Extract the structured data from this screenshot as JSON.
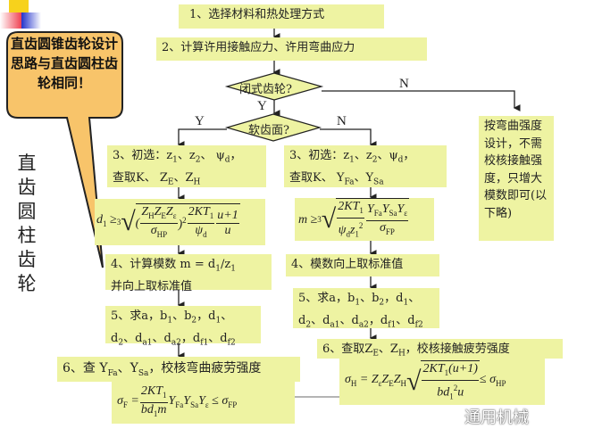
{
  "callout": {
    "text": "直齿圆锥齿轮设计思路与直齿圆柱齿轮相同！"
  },
  "side_label": {
    "text": "直齿圆柱齿轮"
  },
  "steps": {
    "s1": "1、选择材料和热处理方式",
    "s2": "2、计算许用接触应力、许用弯曲应力",
    "d1": "闭式齿轮?",
    "d2": "软齿面?",
    "y1": "Y",
    "n1": "N",
    "y2": "Y",
    "n2": "N",
    "note": "按弯曲强度设计，不需校核接触强度，只增大模数即可(以下略)"
  },
  "left": {
    "s3_line1": "3、初选：z_{1}、z_{2}、 ψ_{d}，",
    "s3_line2": "查取K、 Z_{E}、Z_{H}",
    "f3": {
      "lhs": "d_{1} ≥ ",
      "idx": "3",
      "n1": "Z_{H}Z_{E}Z_{ε}",
      "d1": "σ_{HP}",
      "pw": ")^{2}",
      "open": "(",
      "n2": "2KT_{1}",
      "d2": "ψ_{d}",
      "n3": "u+1",
      "d3": "u"
    },
    "s4_line1": "4、计算模数 m = d_{1}/z_{1}",
    "s4_line2": "并向上取标准值",
    "s5_line1": "5、求a，b_{1}、b_{2}，d_{1}、",
    "s5_line2": "d_{2}、d_{a1}、d_{a2}，d_{f1}、d_{f2}",
    "s6": "6、查 Y_{Fa}、Y_{Sa}，校核弯曲疲劳强度",
    "f6": {
      "lhs": "σ_{F} = ",
      "num": "2KT_{1}",
      "den": "bd_{1}m",
      "rhs": "Y_{Fa}Y_{Sa}Y_{ε} ≤ σ_{FP}"
    }
  },
  "right": {
    "s3_line1": "3、初选：z_{1}、z_{2}、ψ_{d}，",
    "s3_line2": "查取K、 Y_{Fa}、Y_{Sa}",
    "f3": {
      "lhs": "m ≥ ",
      "idx": "3",
      "n1": "2KT_{1}",
      "d1": "ψ_{d}z_{1}^{2}",
      "n2": "Y_{Fa}Y_{Sa}Y_{ε}",
      "d2": "σ_{FP}"
    },
    "s4": "4、模数向上取标准值",
    "s5_line1": "5、求a，b_{1}、b_{2}，d_{1}、",
    "s5_line2": "d_{2}、d_{a1}、d_{a2}，d_{f1}、d_{f2}",
    "s6": "6、查取Z_{E}、Z_{H}，校核接触疲劳强度",
    "f6": {
      "lhs": "σ_{H} = Z_{ε}Z_{E}Z_{H}",
      "num": "2KT_{1}(u+1)",
      "den": "bd_{1}^{2}u",
      "rhs": "≤ σ_{HP}"
    }
  },
  "watermark": "通用机械",
  "colors": {
    "box": "#eef3a2",
    "callout": "#f8c46a",
    "line": "#222222"
  }
}
